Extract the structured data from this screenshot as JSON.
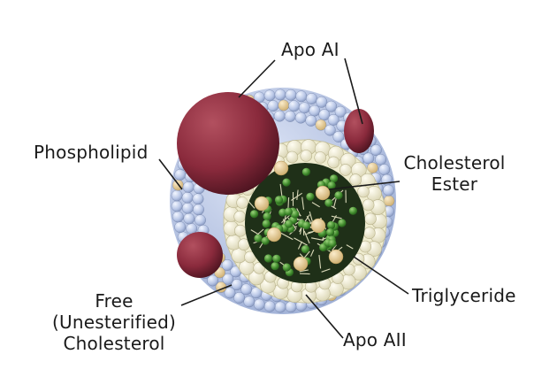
{
  "labels": {
    "apo_ai": "Apo AI",
    "phospholipid": "Phospholipid",
    "cholesterol_ester": [
      "Cholesterol",
      "Ester"
    ],
    "triglyceride": "Triglyceride",
    "free_cholesterol": [
      "Free",
      "(Unesterified)",
      "Cholesterol"
    ],
    "apo_aii": "Apo AII"
  },
  "colors": {
    "apo_ai": "#8a2a3c",
    "phospholipid_head": "#b8c6e6",
    "phospholipid_tail": "#eeeedd",
    "cholesterol_ester": "#e8cf95",
    "triglyceride": "#3f8a2c",
    "core_dark": "#1f3018",
    "label_line": "#1a1a1a"
  }
}
